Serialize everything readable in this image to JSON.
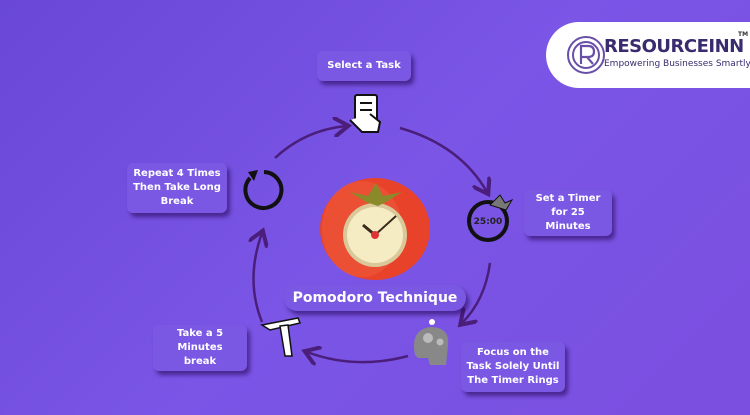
{
  "brand": {
    "name": "RESOURCEINN",
    "trademark": "TM",
    "tagline": "Empowering Businesses Smartly",
    "color": "#3a2b6e"
  },
  "title": "Pomodoro Technique",
  "steps": [
    {
      "label": "Select a Task",
      "icon": "checklist-phone-icon"
    },
    {
      "label": "Set a Timer for 25 Minutes",
      "icon": "tomato-timer-icon",
      "timer_text": "25:00"
    },
    {
      "label": "Focus on the Task Solely Until The Timer Rings",
      "icon": "head-gears-icon"
    },
    {
      "label": "Take a 5 Minutes break",
      "icon": "time-out-hand-icon"
    },
    {
      "label": "Repeat 4 Times Then Take Long Break",
      "icon": "repeat-arrow-icon"
    }
  ],
  "colors": {
    "background": "#7a55e6",
    "box": "#7a58e4",
    "arrow": "#4a1e7a",
    "tomato": "#e8432a"
  }
}
